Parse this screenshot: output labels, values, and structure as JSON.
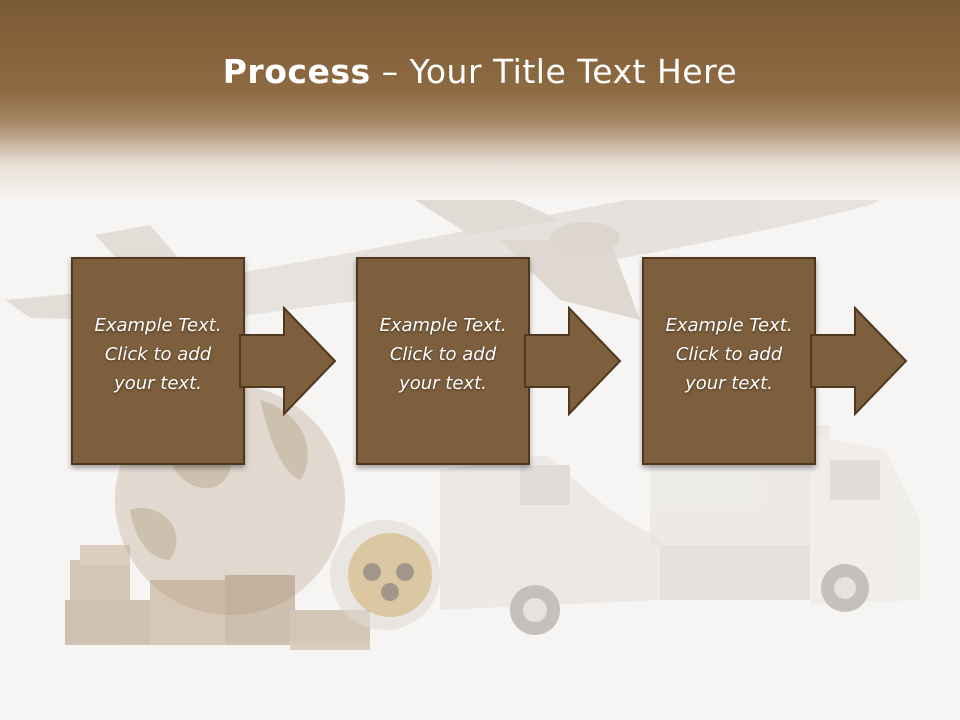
{
  "slide": {
    "title_strong": "Process",
    "title_rest": " – Your Title Text Here"
  },
  "steps": [
    {
      "line1": "Example Text.",
      "line2": "Click  to add",
      "line3": "your text."
    },
    {
      "line1": "Example Text.",
      "line2": "Click  to add",
      "line3": "your text."
    },
    {
      "line1": "Example Text.",
      "line2": "Click  to add",
      "line3": "your text."
    }
  ],
  "colors": {
    "header_brown": "#8e6a42",
    "box_fill": "#7d5f3d",
    "box_border": "#4e3820",
    "text": "#ffffff",
    "background": "#f7f5f3"
  },
  "background_art": [
    "airplane",
    "globe",
    "boxes",
    "clock",
    "van",
    "truck"
  ]
}
